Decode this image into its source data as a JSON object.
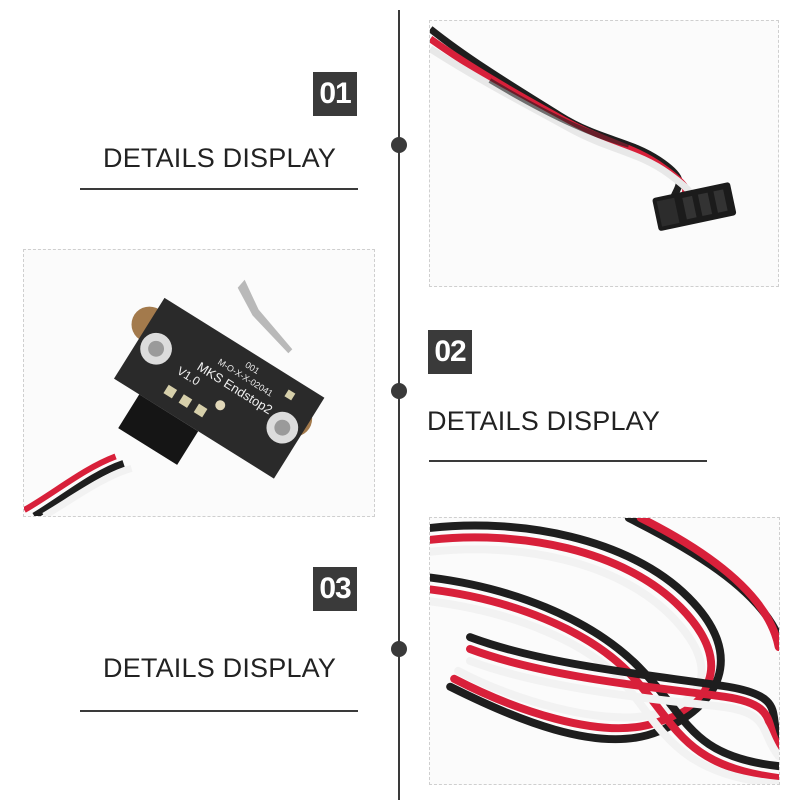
{
  "sections": [
    {
      "number": "01",
      "caption": "DETAILS DISPLAY"
    },
    {
      "number": "02",
      "caption": "DETAILS DISPLAY"
    },
    {
      "number": "03",
      "caption": "DETAILS DISPLAY"
    }
  ],
  "board": {
    "code1": "001",
    "code2": "M-O-X-X-02041",
    "model": "MKS Endstop2",
    "version": "V1.0"
  },
  "colors": {
    "accent": "#3a3a3a",
    "wire_red": "#d8203a",
    "wire_black": "#1e1e1e",
    "wire_white": "#f2f2f2"
  }
}
